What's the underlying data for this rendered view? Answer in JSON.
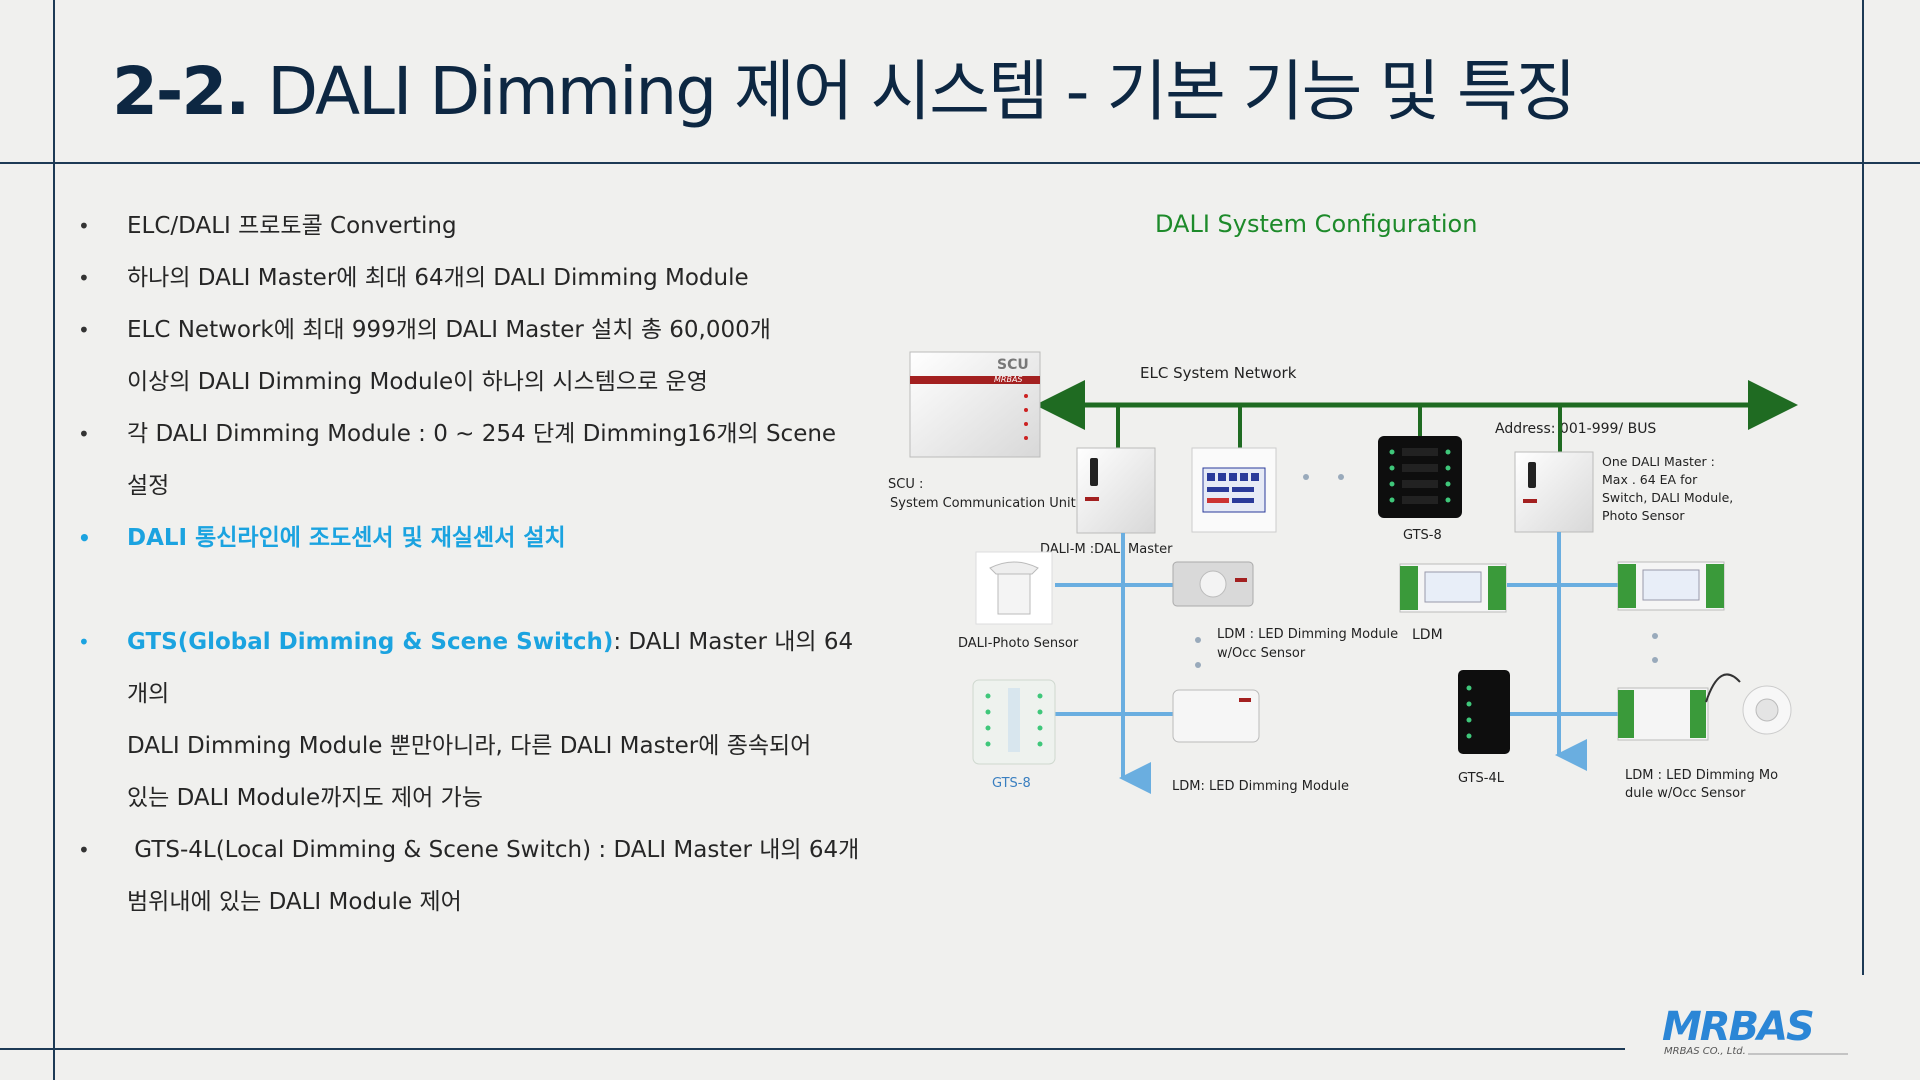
{
  "slide": {
    "title_number": "2-2.",
    "title_text": "DALI Dimming 제어 시스템 - 기본 기능 및 특징"
  },
  "bullets": [
    {
      "text": "ELC/DALI 프로토콜 Converting"
    },
    {
      "text": "하나의 DALI Master에 최대 64개의 DALI Dimming  Module"
    },
    {
      "text": "ELC Network에 최대 999개의 DALI Master 설치 총 60,000개"
    },
    {
      "continuation": "이상의 DALI Dimming Module이 하나의 시스템으로 운영"
    },
    {
      "text": "각 DALI Dimming Module : 0 ~ 254 단계 Dimming16개의 Scene"
    },
    {
      "continuation": "설정"
    },
    {
      "text": "DALI 통신라인에 조도센서 및 재실센서 설치"
    },
    {
      "highlight": "GTS(Global Dimming & Scene Switch)",
      "text": ": DALI Master 내의 64개의"
    },
    {
      "continuation": "DALI Dimming Module 뿐만아니라, 다른 DALI Master에 종속되어"
    },
    {
      "continuation": "있는 DALI Module까지도 제어 가능"
    },
    {
      "text": " GTS-4L(Local Dimming & Scene Switch) : DALI Master 내의 64개"
    },
    {
      "continuation": "범위내에 있는 DALI Module 제어"
    }
  ],
  "diagram": {
    "title": "DALI System Configuration",
    "network_label": "ELC System Network",
    "address_label": "Address: 001-999/  BUS",
    "scu_device_text": "SCU",
    "scu_brand_text": "MRBAS",
    "scu_label_1": "SCU :",
    "scu_label_2": "System Communication Unit",
    "dali_m_label": "DALI-M :DALI Master",
    "gts8_top_label": "GTS-8",
    "one_master_1": "One DALI Master :",
    "one_master_2": "Max . 64 EA for",
    "one_master_3": "Switch, DALI Module,",
    "one_master_4": " Photo Sensor",
    "photo_sensor_label": "DALI-Photo Sensor",
    "ldm_occ_1": "LDM : LED Dimming Module",
    "ldm_occ_2": "w/Occ Sensor",
    "ldm_label": "LDM",
    "gts8_bottom_label": "GTS-8",
    "ldm_bottom_label": "LDM: LED Dimming Module",
    "gts4l_label": "GTS-4L",
    "ldm_right_1": "LDM : LED Dimming Mo",
    "ldm_right_2": "dule w/Occ Sensor"
  },
  "logo": {
    "text": "MRBAS",
    "sub": "MRBAS CO., Ltd."
  },
  "colors": {
    "title": "#0d2742",
    "accent_blue": "#1ba3e0",
    "diagram_title_green": "#1d8a2a",
    "network_green": "#1f6b22",
    "bus_blue": "#6aaee0",
    "logo_blue": "#2b86d6",
    "logo_red": "#d73a30"
  }
}
